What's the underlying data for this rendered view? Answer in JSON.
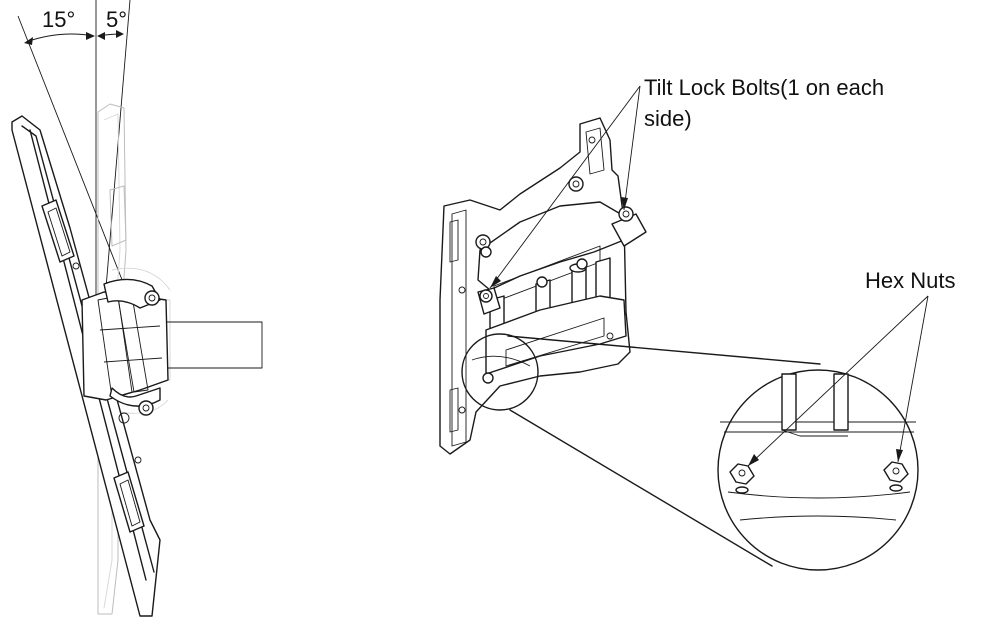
{
  "tilt_angles": {
    "forward": "15°",
    "backward": "5°"
  },
  "callouts": {
    "tilt_lock_bolts": [
      "Tilt Lock Bolts(1 on each",
      "side)"
    ],
    "hex_nuts": "Hex Nuts"
  },
  "colors": {
    "line": "#1a1a1a",
    "ghost": "#bdbdbd",
    "background": "#ffffff"
  }
}
